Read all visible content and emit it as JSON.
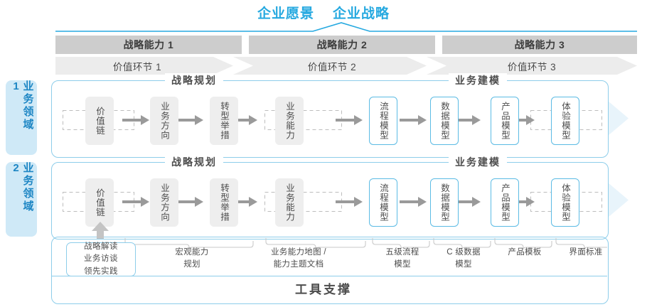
{
  "header": {
    "titles": [
      {
        "id": "enterprise-vision",
        "label": "企业愿景"
      },
      {
        "id": "enterprise-strategy",
        "label": "企业战略"
      }
    ],
    "accent_color": "#26a9e0"
  },
  "capability_band": {
    "band_color": "#cdcdcd",
    "items": [
      {
        "label": "战略能力 1"
      },
      {
        "label": "战略能力 2"
      },
      {
        "label": "战略能力 3"
      }
    ]
  },
  "value_chain_band": {
    "band_color": "#ececec",
    "items": [
      {
        "label": "价值环节 1"
      },
      {
        "label": "价值环节 2"
      },
      {
        "label": "价值环节 3"
      }
    ]
  },
  "domains": [
    {
      "id": "domain-1",
      "label": "业务领域 1"
    },
    {
      "id": "domain-2",
      "label": "业务领域 2"
    }
  ],
  "sections": [
    {
      "id": "strategy-planning",
      "label": "战略规划"
    },
    {
      "id": "business-modeling",
      "label": "业务建模"
    }
  ],
  "nodes": {
    "strategy_planning": [
      {
        "id": "value-chain",
        "label": "价值链",
        "style": "gray"
      },
      {
        "id": "business-direction",
        "label": "业务方向",
        "style": "gray"
      },
      {
        "id": "transformation-measures",
        "label": "转型举措",
        "style": "gray"
      },
      {
        "id": "business-capability",
        "label": "业务能力",
        "style": "gray"
      }
    ],
    "business_modeling": [
      {
        "id": "process-model",
        "label": "流程模型",
        "style": "blue"
      },
      {
        "id": "data-model",
        "label": "数据模型",
        "style": "blue"
      },
      {
        "id": "product-model",
        "label": "产品模型",
        "style": "blue"
      },
      {
        "id": "experience-model",
        "label": "体验模型",
        "style": "blue"
      }
    ]
  },
  "tools": {
    "title": "工具支撑",
    "boxed": {
      "id": "tool-strategy-interpretation",
      "label": "战略解读\n业务访谈\n领先实践"
    },
    "labels": [
      {
        "id": "tool-macro-capability-planning",
        "label": "宏观能力\n规划"
      },
      {
        "id": "tool-capability-map",
        "label": "业务能力地图 /\n能力主题文档"
      },
      {
        "id": "tool-five-level-process-model",
        "label": "五级流程\n模型"
      },
      {
        "id": "tool-c-level-data-model",
        "label": "C 级数据\n模型"
      },
      {
        "id": "tool-product-template",
        "label": "产品模板"
      },
      {
        "id": "tool-ui-standard",
        "label": "界面标准"
      }
    ]
  },
  "colors": {
    "accent": "#26a9e0",
    "border_blue": "#8dcdea",
    "node_blue_border": "#5bbbe4",
    "node_gray_bg": "#eeeeee",
    "band_gray": "#cdcdcd",
    "band_light": "#ececec",
    "domain_tag_bg": "#cfe9f7",
    "arrow_gray": "#9a9a9a",
    "flow_band": "#e8f4fb"
  }
}
